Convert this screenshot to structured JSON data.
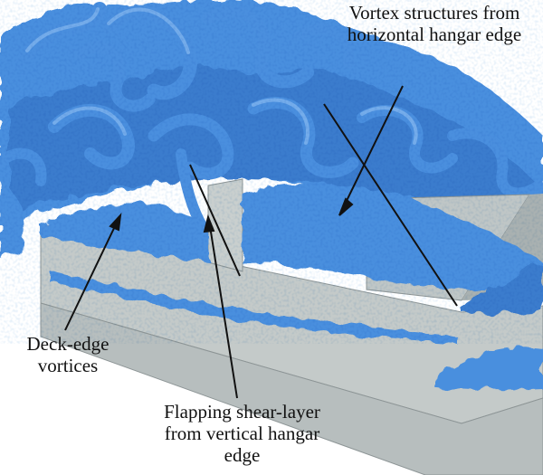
{
  "annotations": {
    "vortex": [
      "Vortex structures from",
      "horizontal hangar edge"
    ],
    "deck": [
      "Deck-edge",
      "vortices"
    ],
    "flapping": [
      "Flapping shear-layer",
      "from vertical hangar",
      "edge"
    ]
  },
  "colors": {
    "vortex_fill": "#4a8fde",
    "vortex_dark": "#2f6fc0",
    "vortex_light": "#7fb4ee",
    "ship_face": "#c4cac9",
    "ship_shade": "#9ea6a7",
    "line": "#111111",
    "background": "#ffffff"
  }
}
